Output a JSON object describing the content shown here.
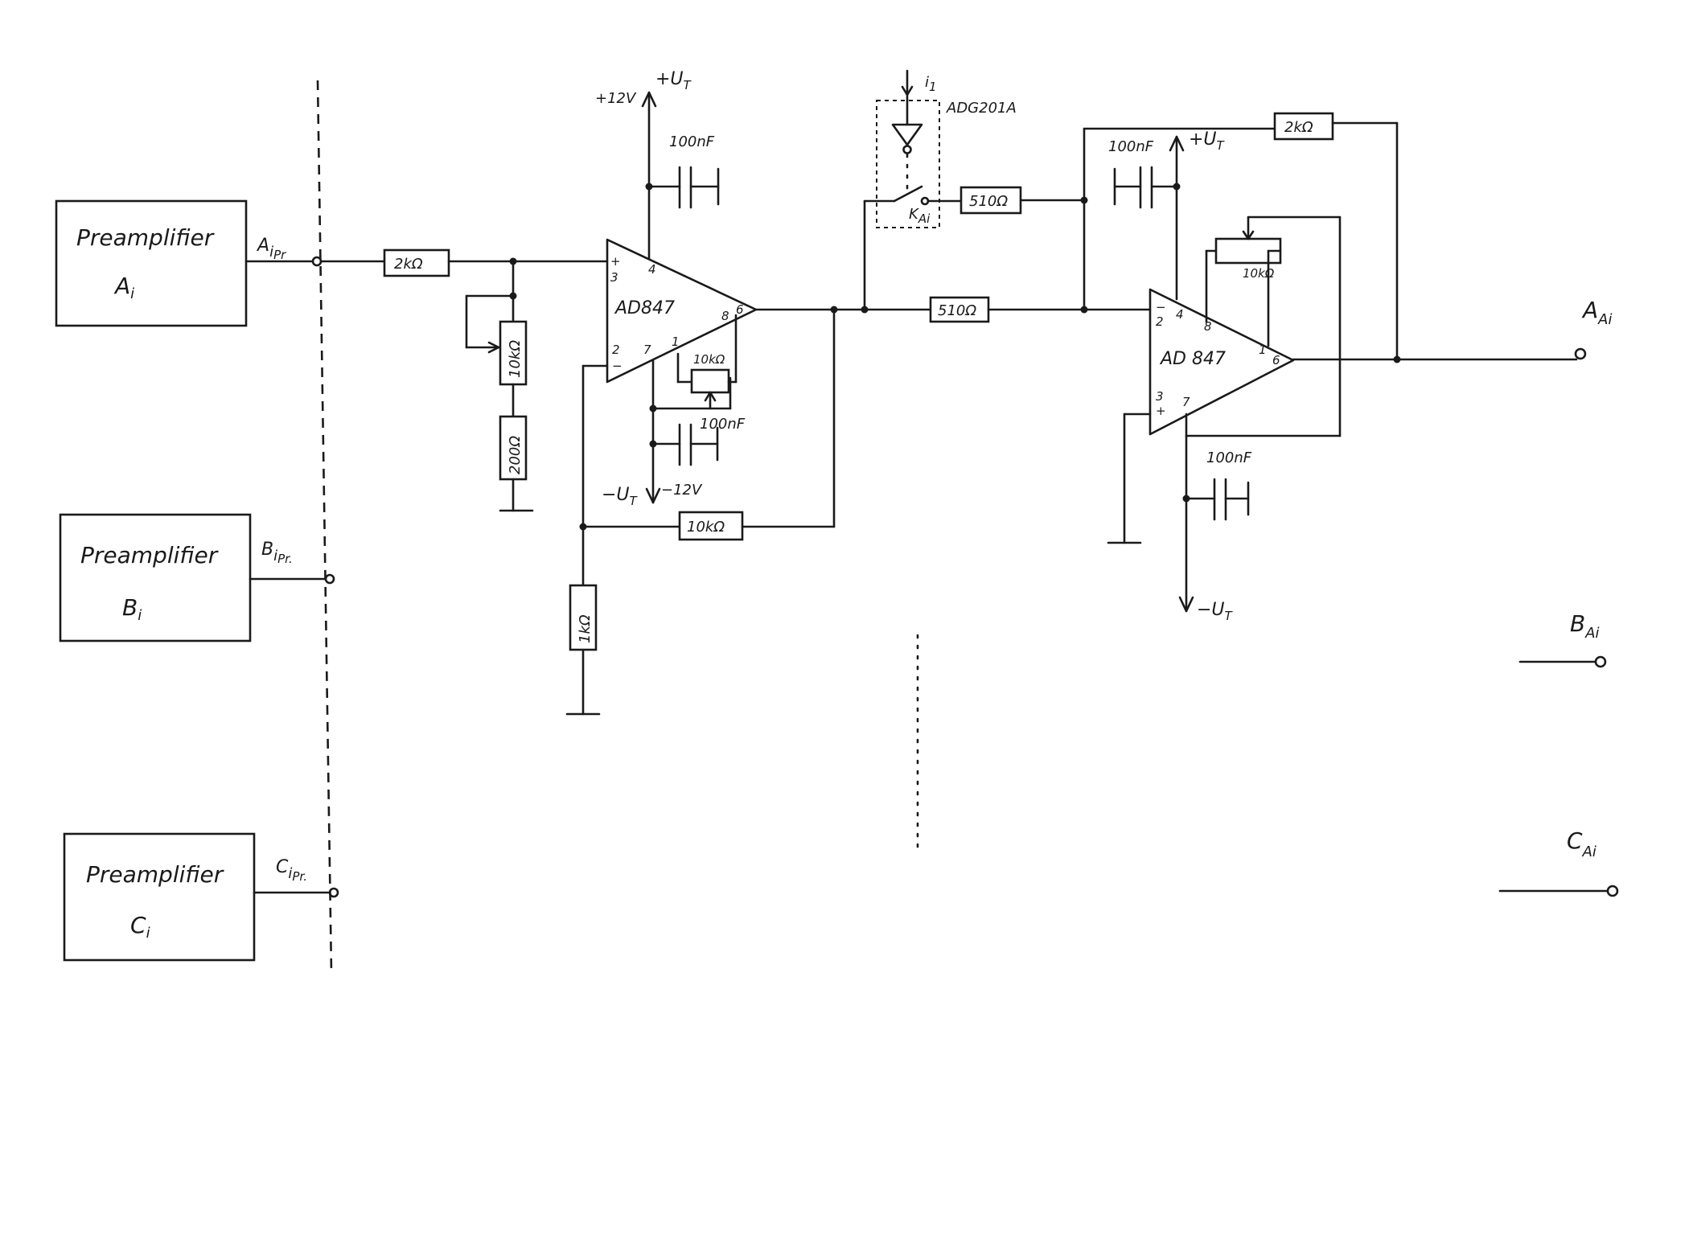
{
  "preamps": [
    {
      "title": "Preamplifier",
      "channel": "A",
      "sub": "i",
      "out_main": "A",
      "out_sub": "i",
      "out_subsub": "Pr"
    },
    {
      "title": "Preamplifier",
      "channel": "B",
      "sub": "i",
      "out_main": "B",
      "out_sub": "i",
      "out_subsub": "Pr."
    },
    {
      "title": "Preamplifier",
      "channel": "C",
      "sub": "i",
      "out_main": "C",
      "out_sub": "i",
      "out_subsub": "Pr."
    }
  ],
  "stage1": {
    "opamp": "AD847",
    "pin_plus": "+",
    "pin_3": "3",
    "pin_4": "4",
    "pin_2": "2",
    "pin_minus": "−",
    "pin_7": "7",
    "pin_1": "1",
    "pin_8": "8",
    "pin_6": "6",
    "r_in": "2kΩ",
    "pot": "10kΩ",
    "r_series": "200Ω",
    "r_feedback": "10kΩ",
    "r_ground": "1kΩ",
    "offset_pot": "10kΩ",
    "cap_top": "100nF",
    "cap_bottom": "100nF",
    "vplus_volt": "+12V",
    "vplus_rail": "+U",
    "vplus_rail_sub": "T",
    "vminus_volt": "−12V",
    "vminus_rail": "−U",
    "vminus_rail_sub": "T"
  },
  "switch": {
    "ic": "ADG201A",
    "ctrl_main": "i",
    "ctrl_sub": "1",
    "key_main": "K",
    "key_sub": "Ai",
    "r_series": "510Ω"
  },
  "stage2": {
    "opamp": "AD 847",
    "pin_2": "2",
    "pin_minus": "−",
    "pin_4": "4",
    "pin_8": "8",
    "pin_1": "1",
    "pin_6": "6",
    "pin_3": "3",
    "pin_plus": "+",
    "pin_7": "7",
    "r_in": "510Ω",
    "r_feedback": "2kΩ",
    "offset_pot": "10kΩ",
    "cap_top": "100nF",
    "cap_bottom": "100nF",
    "vplus_rail": "+U",
    "vplus_rail_sub": "T",
    "vminus_rail": "−U",
    "vminus_rail_sub": "T"
  },
  "outputs": [
    {
      "main": "A",
      "sub": "Ai"
    },
    {
      "main": "B",
      "sub": "Ai"
    },
    {
      "main": "C",
      "sub": "Ai"
    }
  ]
}
